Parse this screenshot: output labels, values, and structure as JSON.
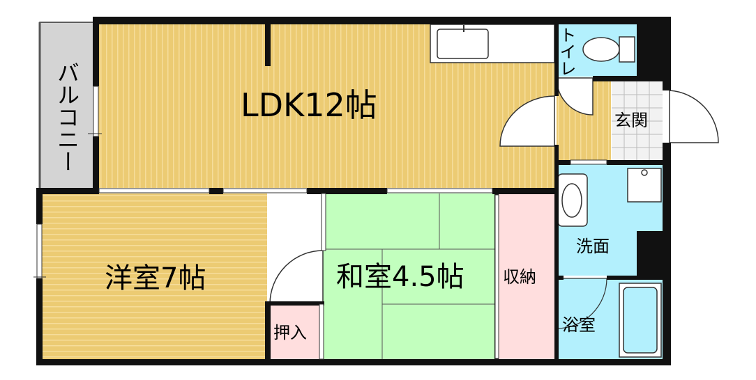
{
  "rooms": {
    "ldk": "LDK12帖",
    "western": "洋室7帖",
    "japanese": "和室4.5帖",
    "closet": "押入",
    "storage": "収納",
    "washroom": "洗面",
    "bathroom": "浴室",
    "entrance": "玄関",
    "toilet": "トイレ",
    "balcony": "バルコニー"
  },
  "colors": {
    "flooring": "#eccb73",
    "flooring_stripe": "#f6dd9b",
    "tatami": "#c2ffbe",
    "wet_area": "#b3f0fd",
    "storage": "#ffdede",
    "balcony": "#d4d4d4",
    "wall": "#111111"
  }
}
